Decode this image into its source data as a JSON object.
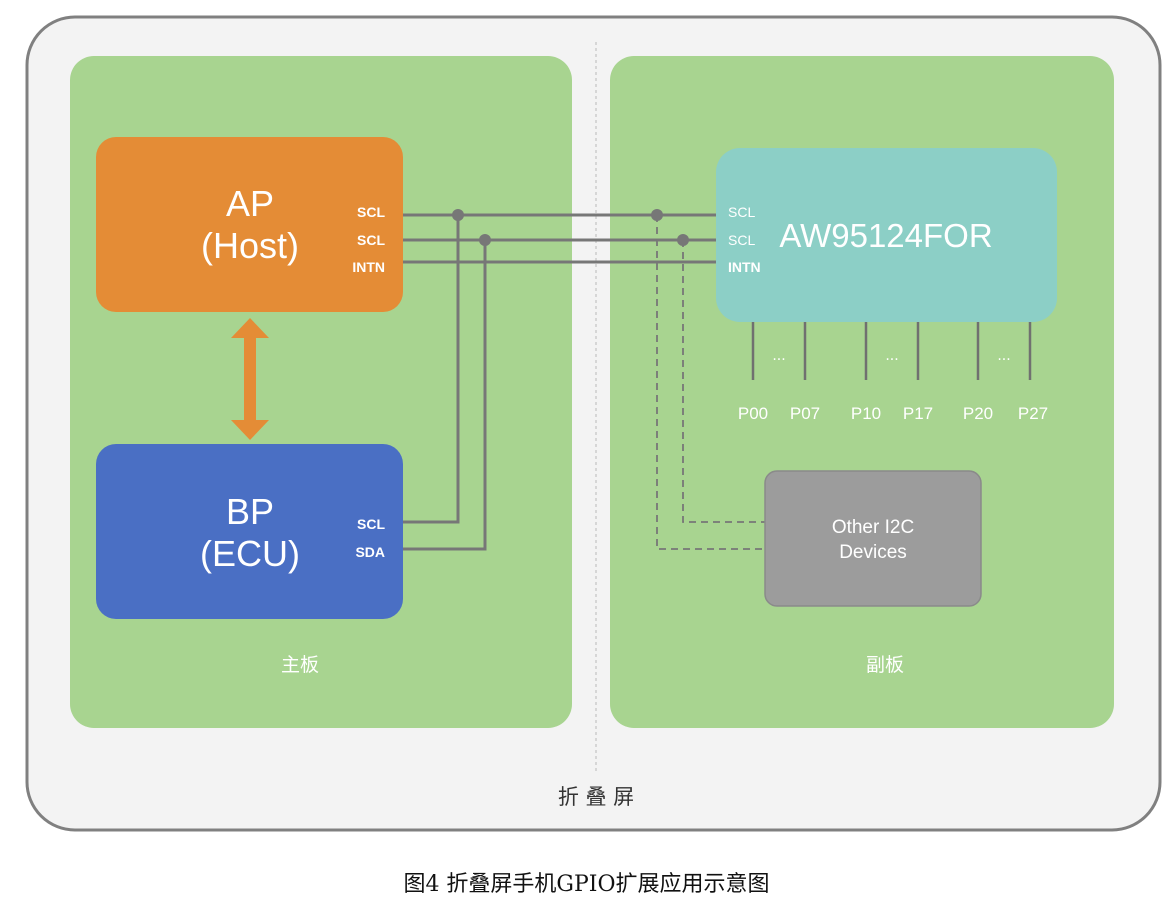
{
  "diagram": {
    "frame_label": "折 叠 屏",
    "main_board": {
      "label": "主板",
      "ap": {
        "line1": "AP",
        "line2": "(Host)",
        "pins": [
          "SCL",
          "SCL",
          "INTN"
        ]
      },
      "bp": {
        "line1": "BP",
        "line2": "(ECU)",
        "pins": [
          "SCL",
          "SDA"
        ]
      }
    },
    "sub_board": {
      "label": "副板",
      "chip": {
        "name": "AW95124FOR",
        "pins": [
          "SCL",
          "SCL",
          "INTN"
        ]
      },
      "ports": [
        "P00",
        "P07",
        "P10",
        "P17",
        "P20",
        "P27"
      ],
      "ellipsis": "...",
      "other_devices": {
        "line1": "Other I2C",
        "line2": "Devices"
      }
    }
  },
  "caption": "图4 折叠屏手机GPIO扩展应用示意图",
  "colors": {
    "board_green": "#a8d490",
    "ap_orange": "#e48c36",
    "bp_blue": "#4a6fc4",
    "chip_teal": "#8ccfc6",
    "device_gray": "#9c9c9c",
    "wire_gray": "#777777",
    "frame_border": "#808080"
  }
}
